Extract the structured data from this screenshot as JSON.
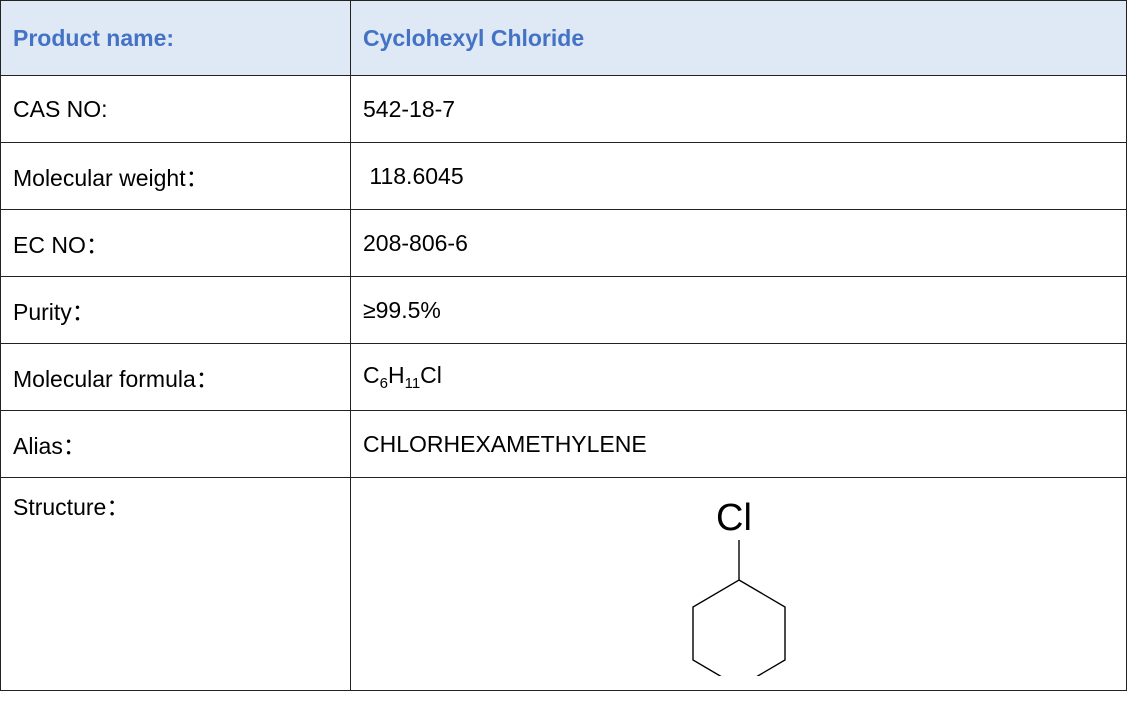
{
  "table": {
    "header": {
      "label": "Product name:",
      "value": "Cyclohexyl Chloride"
    },
    "rows": [
      {
        "label": "CAS NO:",
        "value": "542-18-7"
      },
      {
        "label": "Molecular weight：",
        "value": " 118.6045"
      },
      {
        "label": "EC NO：",
        "value": "208-806-6"
      },
      {
        "label": "Purity：",
        "value": "≥99.5%"
      },
      {
        "label": "Molecular formula：",
        "formula": {
          "p1": "C",
          "s1": "6",
          "p2": "H",
          "s2": "11",
          "p3": "Cl"
        }
      },
      {
        "label": "Alias：",
        "value": "CHLORHEXAMETHYLENE"
      },
      {
        "label": "Structure：",
        "atom": "Cl"
      }
    ]
  }
}
